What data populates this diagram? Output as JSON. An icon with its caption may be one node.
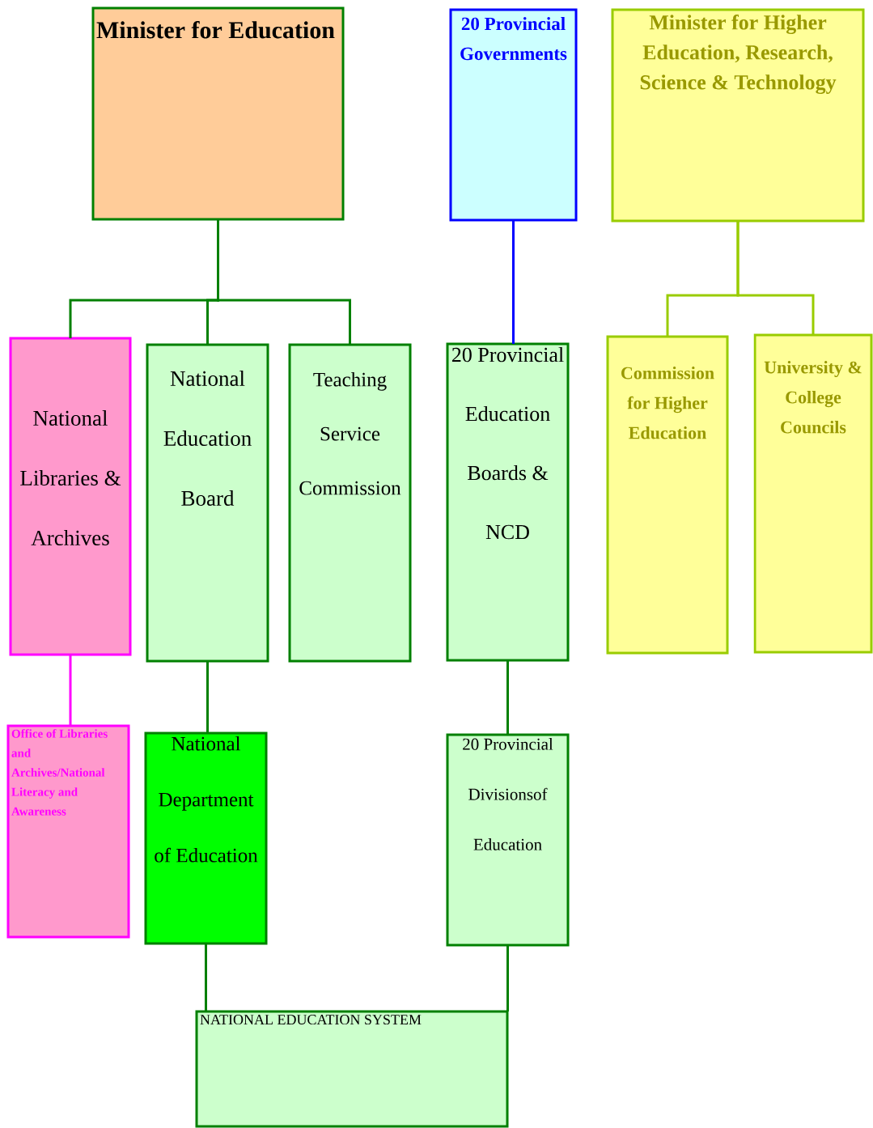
{
  "diagram": {
    "nodes": [
      {
        "text": [
          "Minister for Education"
        ]
      },
      {
        "text": [
          "20 Provincial Governments"
        ]
      },
      {
        "text": [
          "Minister for Higher Education, Research, Science & Technology"
        ]
      },
      {
        "text": [
          "National Libraries & Archives"
        ]
      },
      {
        "text": [
          "National Education Board"
        ]
      },
      {
        "text": [
          "Teaching Service Commission"
        ]
      },
      {
        "text": [
          "20 Provincial Education Boards & NCD"
        ]
      },
      {
        "text": [
          "Commission for Higher Education"
        ]
      },
      {
        "text": [
          "University & College Councils"
        ]
      },
      {
        "text": [
          "Office of Libraries and Archives/National Literacy and Awareness"
        ]
      },
      {
        "text": [
          "National Department of Education"
        ]
      },
      {
        "text": [
          "20 Provincial Divisionsof Education"
        ]
      },
      {
        "text": [
          "NATIONAL EDUCATION SYSTEM"
        ]
      }
    ],
    "edges": [
      {
        "from": 0,
        "to": 3,
        "arrow": "none"
      },
      {
        "from": 0,
        "to": 4,
        "arrow": "none"
      },
      {
        "from": 0,
        "to": 5,
        "arrow": "none"
      },
      {
        "from": 1,
        "to": 6,
        "arrow": "none",
        "color": "#0000ff"
      },
      {
        "from": 2,
        "to": 7,
        "arrow": "none",
        "color": "#99cc00"
      },
      {
        "from": 2,
        "to": 8,
        "arrow": "none",
        "color": "#99cc00"
      },
      {
        "from": 3,
        "to": 9,
        "arrow": "none",
        "color": "#ff00ff"
      },
      {
        "from": 4,
        "to": 10,
        "arrow": "none"
      },
      {
        "from": 6,
        "to": 11,
        "arrow": "none"
      },
      {
        "from": 10,
        "to": 12,
        "arrow": "none"
      },
      {
        "from": 11,
        "to": 12,
        "arrow": "none"
      }
    ]
  }
}
